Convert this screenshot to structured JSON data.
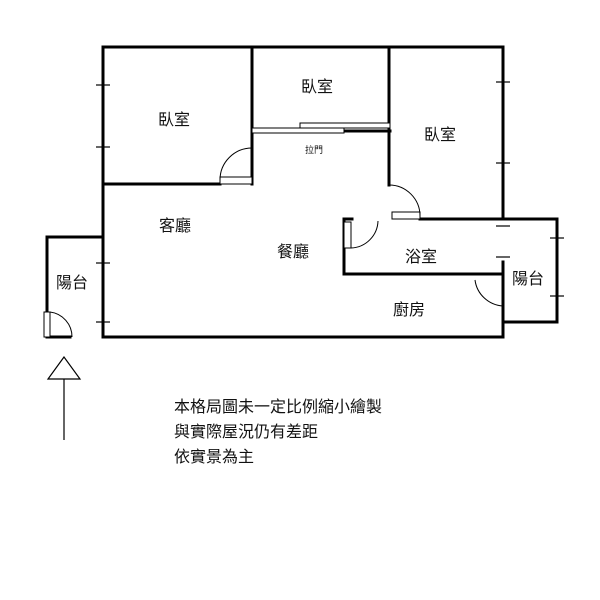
{
  "rooms": {
    "bedroom_left": "臥室",
    "bedroom_middle": "臥室",
    "bedroom_right": "臥室",
    "living_room": "客廳",
    "dining_room": "餐廳",
    "bathroom": "浴室",
    "kitchen": "廚房",
    "balcony_left": "陽台",
    "balcony_right": "陽台"
  },
  "sliding_door_label": "拉門",
  "entrance_arrow_icon": "up-arrow-icon",
  "notes": [
    "本格局圖未一定比例縮小繪製",
    "與實際屋況仍有差距",
    "依實景為主"
  ]
}
